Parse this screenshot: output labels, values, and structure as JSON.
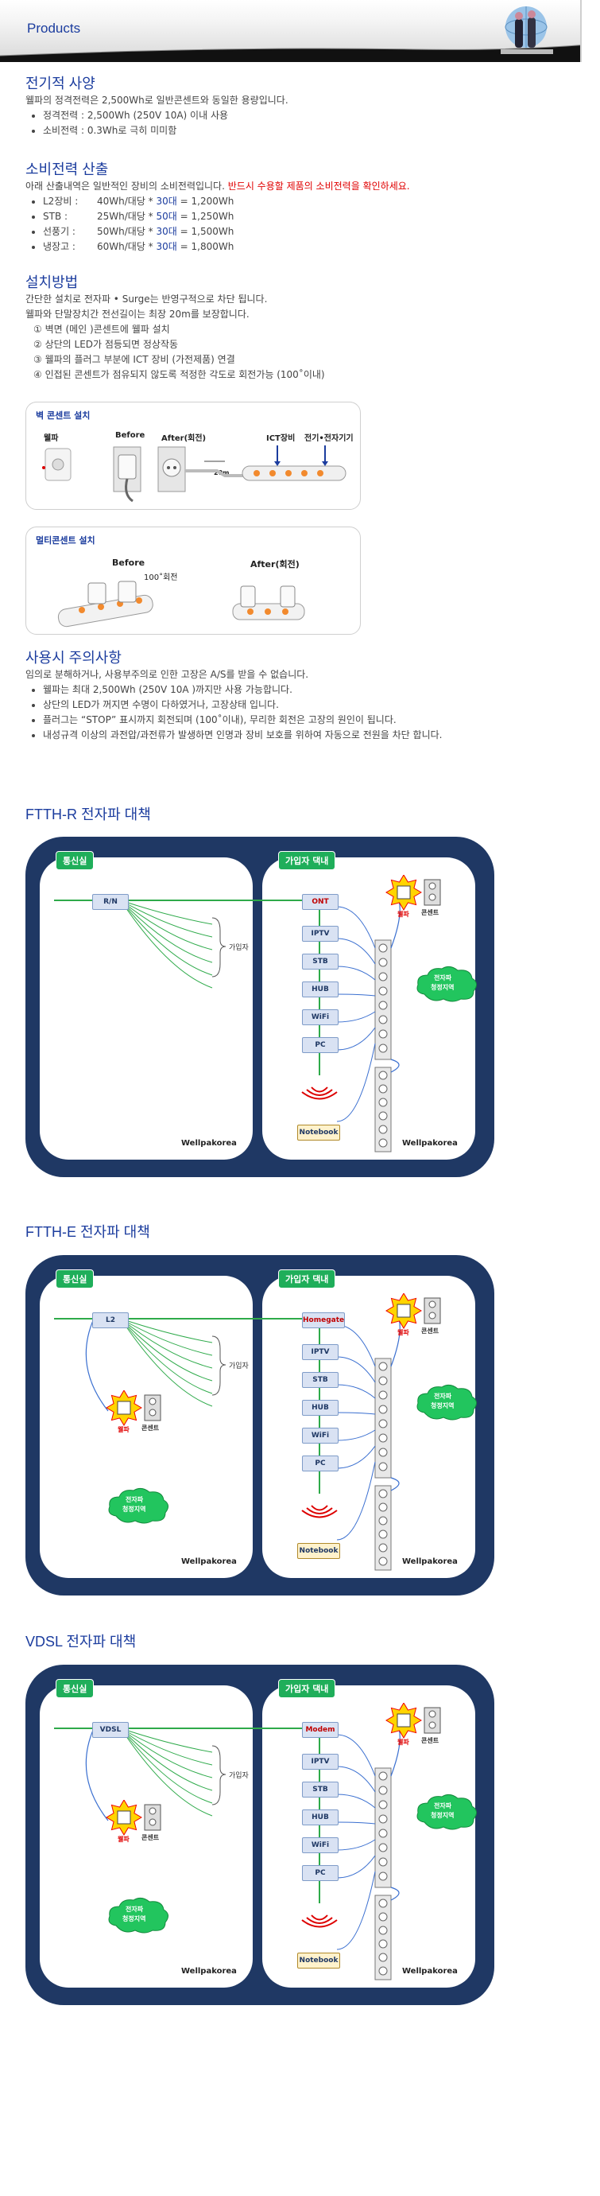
{
  "header": {
    "title": "Products"
  },
  "spec": {
    "title": "전기적 사양",
    "intro": "웰파의 정격전력은 2,500Wh로 일반콘센트와 동일한 용량입니다.",
    "items": [
      "정격전력 : 2,500Wh (250V 10A) 이내 사용",
      "소비전력 : 0.3Wh로 극히 미미함"
    ]
  },
  "power": {
    "title": "소비전력 산출",
    "intro": "아래 산출내역은 일반적인 장비의 소비전력입니다.",
    "warning": "반드시 수용할 제품의 소비전력을 확인하세요.",
    "rows": [
      {
        "label": "L2장비 :",
        "base": "40Wh/대당 * ",
        "count": "30대",
        "result": " = 1,200Wh"
      },
      {
        "label": "STB :",
        "base": "25Wh/대당 * ",
        "count": "50대",
        "result": " = 1,250Wh"
      },
      {
        "label": "선풍기 :",
        "base": "50Wh/대당 * ",
        "count": "30대",
        "result": " = 1,500Wh"
      },
      {
        "label": "냉장고 :",
        "base": "60Wh/대당 * ",
        "count": "30대",
        "result": " = 1,800Wh"
      }
    ]
  },
  "install": {
    "title": "설치방법",
    "lines": [
      "간단한 설치로 전자파 • Surge는 반영구적으로 차단 됩니다.",
      "웰파와 단말장치간 전선길이는 최장 20m를 보장합니다."
    ],
    "steps": [
      "① 벽면 (메인 )콘센트에 웰파 설치",
      "② 상단의 LED가 점등되면 정상작동",
      "③ 웰파의 플러그 부분에 ICT 장비 (가전제품) 연결",
      "④ 인접된 콘센트가 점유되지 않도록 적정한 각도로 회전가능 (100˚이내)"
    ]
  },
  "wall_box": {
    "title": "벽 콘센트 설치",
    "labels": {
      "wellpa": "웰파",
      "before": "Before",
      "after": "After(회전)",
      "ict": "ICT장비",
      "appliance": "전기•전자기기",
      "distance": "20m"
    }
  },
  "multi_box": {
    "title": "멀티콘센트 설치",
    "labels": {
      "before": "Before",
      "rotate": "100˚회전",
      "after": "After(회전)"
    }
  },
  "caution": {
    "title": "사용시 주의사항",
    "intro": "임의로 분해하거나, 사용부주의로 인한 고장은 A/S를 받을 수 없습니다.",
    "items": [
      "웰파는 최대 2,500Wh (250V 10A )까지만 사용 가능합니다.",
      "상단의 LED가 꺼지면 수명이 다하였거나, 고장상태 입니다.",
      "플러그는 “STOP” 표시까지 회전되며 (100˚이내), 무리한 회전은 고장의 원인이 됩니다.",
      "내성규격 이상의 과전압/과전류가 발생하면 인명과 장비 보호를 위하여 자동으로 전원을 차단 합니다."
    ]
  },
  "diagrams": [
    {
      "title": "FTTH-R 전자파 대책",
      "left_tab": "통신실",
      "right_tab": "가입자 댁내",
      "node": "R/N",
      "first_device": "ONT",
      "devices": [
        "IPTV",
        "STB",
        "HUB",
        "WiFi",
        "PC"
      ],
      "gaip": "가입자",
      "notebook": "Notebook",
      "brand": "Wellpakorea",
      "wellpa": "웰파",
      "outlet": "콘센트",
      "cloud": [
        "전자파",
        "청정지역"
      ],
      "left_cloud": false
    },
    {
      "title": "FTTH-E 전자파 대책",
      "left_tab": "통신실",
      "right_tab": "가입자 댁내",
      "node": "L2",
      "first_device": "Homegate",
      "devices": [
        "IPTV",
        "STB",
        "HUB",
        "WiFi",
        "PC"
      ],
      "gaip": "가입자",
      "notebook": "Notebook",
      "brand": "Wellpakorea",
      "wellpa": "웰파",
      "outlet": "콘센트",
      "cloud": [
        "전자파",
        "청정지역"
      ],
      "left_cloud": true
    },
    {
      "title": "VDSL 전자파 대책",
      "left_tab": "통신실",
      "right_tab": "가입자 댁내",
      "node": "VDSL",
      "first_device": "Modem",
      "devices": [
        "IPTV",
        "STB",
        "HUB",
        "WiFi",
        "PC"
      ],
      "gaip": "가입자",
      "notebook": "Notebook",
      "brand": "Wellpakorea",
      "wellpa": "웰파",
      "outlet": "콘센트",
      "cloud": [
        "전자파",
        "청정지역"
      ],
      "left_cloud": true
    }
  ],
  "colors": {
    "title_blue": "#1b3c9e",
    "warning_red": "#e00000",
    "frame_navy": "#1f3864",
    "tab_green": "#1fae5a"
  }
}
